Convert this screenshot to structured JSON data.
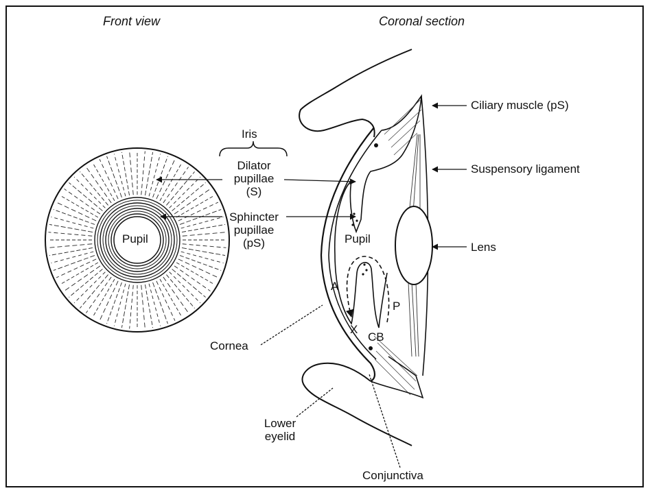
{
  "headings": {
    "front_view": "Front view",
    "coronal_section": "Coronal section"
  },
  "front": {
    "pupil": "Pupil",
    "iris": "Iris",
    "dilator": [
      "Dilator",
      "pupillae",
      "(S)"
    ],
    "sphincter": [
      "Sphincter",
      "pupillae",
      "(pS)"
    ]
  },
  "section": {
    "ciliary_muscle": "Ciliary muscle (pS)",
    "suspensory_ligament": "Suspensory ligament",
    "lens": "Lens",
    "pupil": "Pupil",
    "anterior": "A",
    "posterior": "P",
    "x_mark": "X",
    "ciliary_body": "CB",
    "cornea": "Cornea",
    "lower_eyelid": [
      "Lower",
      "eyelid"
    ],
    "conjunctiva": "Conjunctiva"
  }
}
